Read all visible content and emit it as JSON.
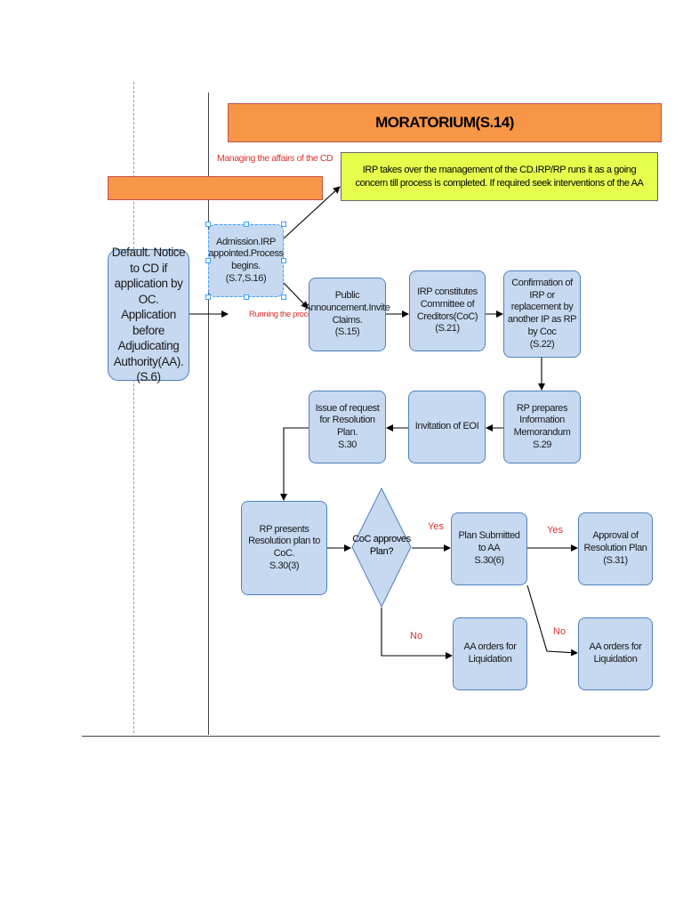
{
  "banner": {
    "title": "MORATORIUM(S.14)"
  },
  "annotations": {
    "managing": "Managing the affairs of the CD",
    "running": "Running the process"
  },
  "yellow_box": "IRP takes over the management of the CD.IRP/RP runs it as a going concern till process is completed. If required seek interventions of the AA",
  "nodes": {
    "default": "Default. Notice to CD if application by OC. Application before Adjudicating Authority(AA).\n(S.6)",
    "admission": "Admission.IRP appointed.Process begins.\n(S.7,S.16)",
    "public": "Public Announcement.Invite Claims.\n(S.15)",
    "coc": "IRP constitutes Committee of Creditors(CoC)\n(S.21)",
    "confirm": "Confirmation of IRP or replacement by another IP as RP by Coc\n(S.22)",
    "info_memo": "RP prepares Information Memorandum\nS.29",
    "eoi": "Invitation of EOI",
    "issue": "Issue of request for Resolution Plan.\nS.30",
    "rp_presents": "RP presents Resolution plan to CoC.\nS.30(3)",
    "coc_approves": "CoC approves Plan?",
    "plan_submitted": "Plan Submitted to AA\nS.30(6)",
    "approval": "Approval of Resolution Plan\n(S.31)",
    "liq1": "AA orders for Liquidation",
    "liq2": "AA orders for Liquidation"
  },
  "labels": {
    "yes1": "Yes",
    "yes2": "Yes",
    "no1": "No",
    "no2": "No"
  },
  "colors": {
    "banner": "#f79646",
    "node_fill": "#c6d9f1",
    "node_border": "#4f81bd",
    "highlight": "#e6ff4d",
    "annotation": "#e03030"
  }
}
